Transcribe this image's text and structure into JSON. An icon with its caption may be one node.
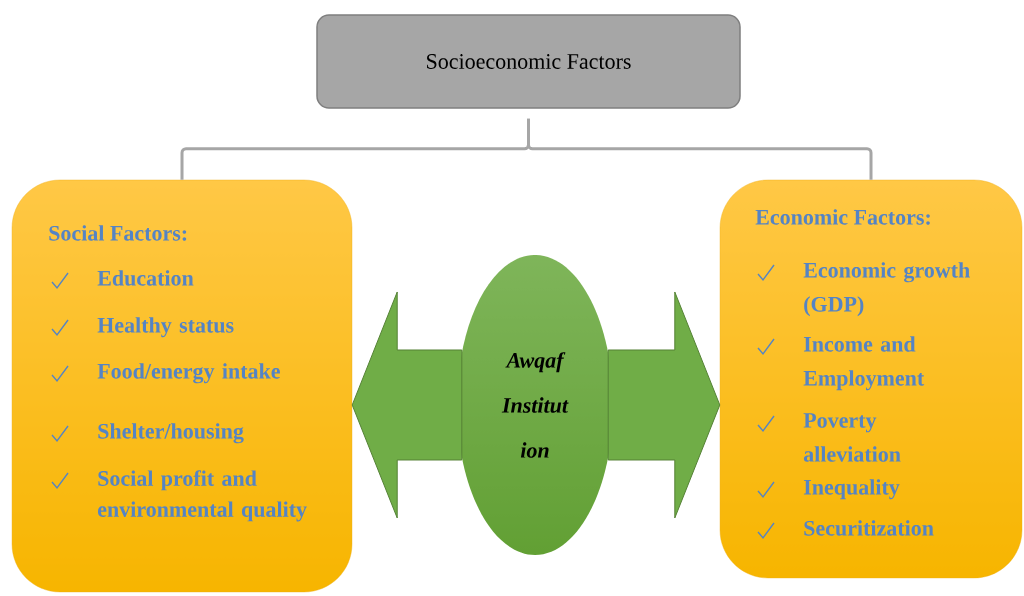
{
  "diagram": {
    "nodes": [
      {
        "text": [
          "Socioeconomic Factors"
        ]
      },
      {
        "text": [
          "Social Factors:",
          "Education",
          "Healthy status",
          "Food/energy intake",
          "Shelter/housing",
          "Social profit and environmental quality"
        ]
      },
      {
        "text": [
          "Awqaf Institut ion"
        ]
      },
      {
        "text": [
          "Economic Factors:",
          "Economic growth (GDP)",
          "Income and Employment",
          "Poverty alleviation",
          "Inequality",
          "Securitization"
        ]
      }
    ],
    "edges": [
      {
        "from": 0,
        "to": 1,
        "arrow": "none"
      },
      {
        "from": 0,
        "to": 3,
        "arrow": "none"
      },
      {
        "from": 2,
        "to": 1,
        "arrow": "to",
        "style": "thick",
        "color": "#70ad47"
      },
      {
        "from": 2,
        "to": 3,
        "arrow": "to",
        "style": "thick",
        "color": "#70ad47"
      }
    ]
  }
}
